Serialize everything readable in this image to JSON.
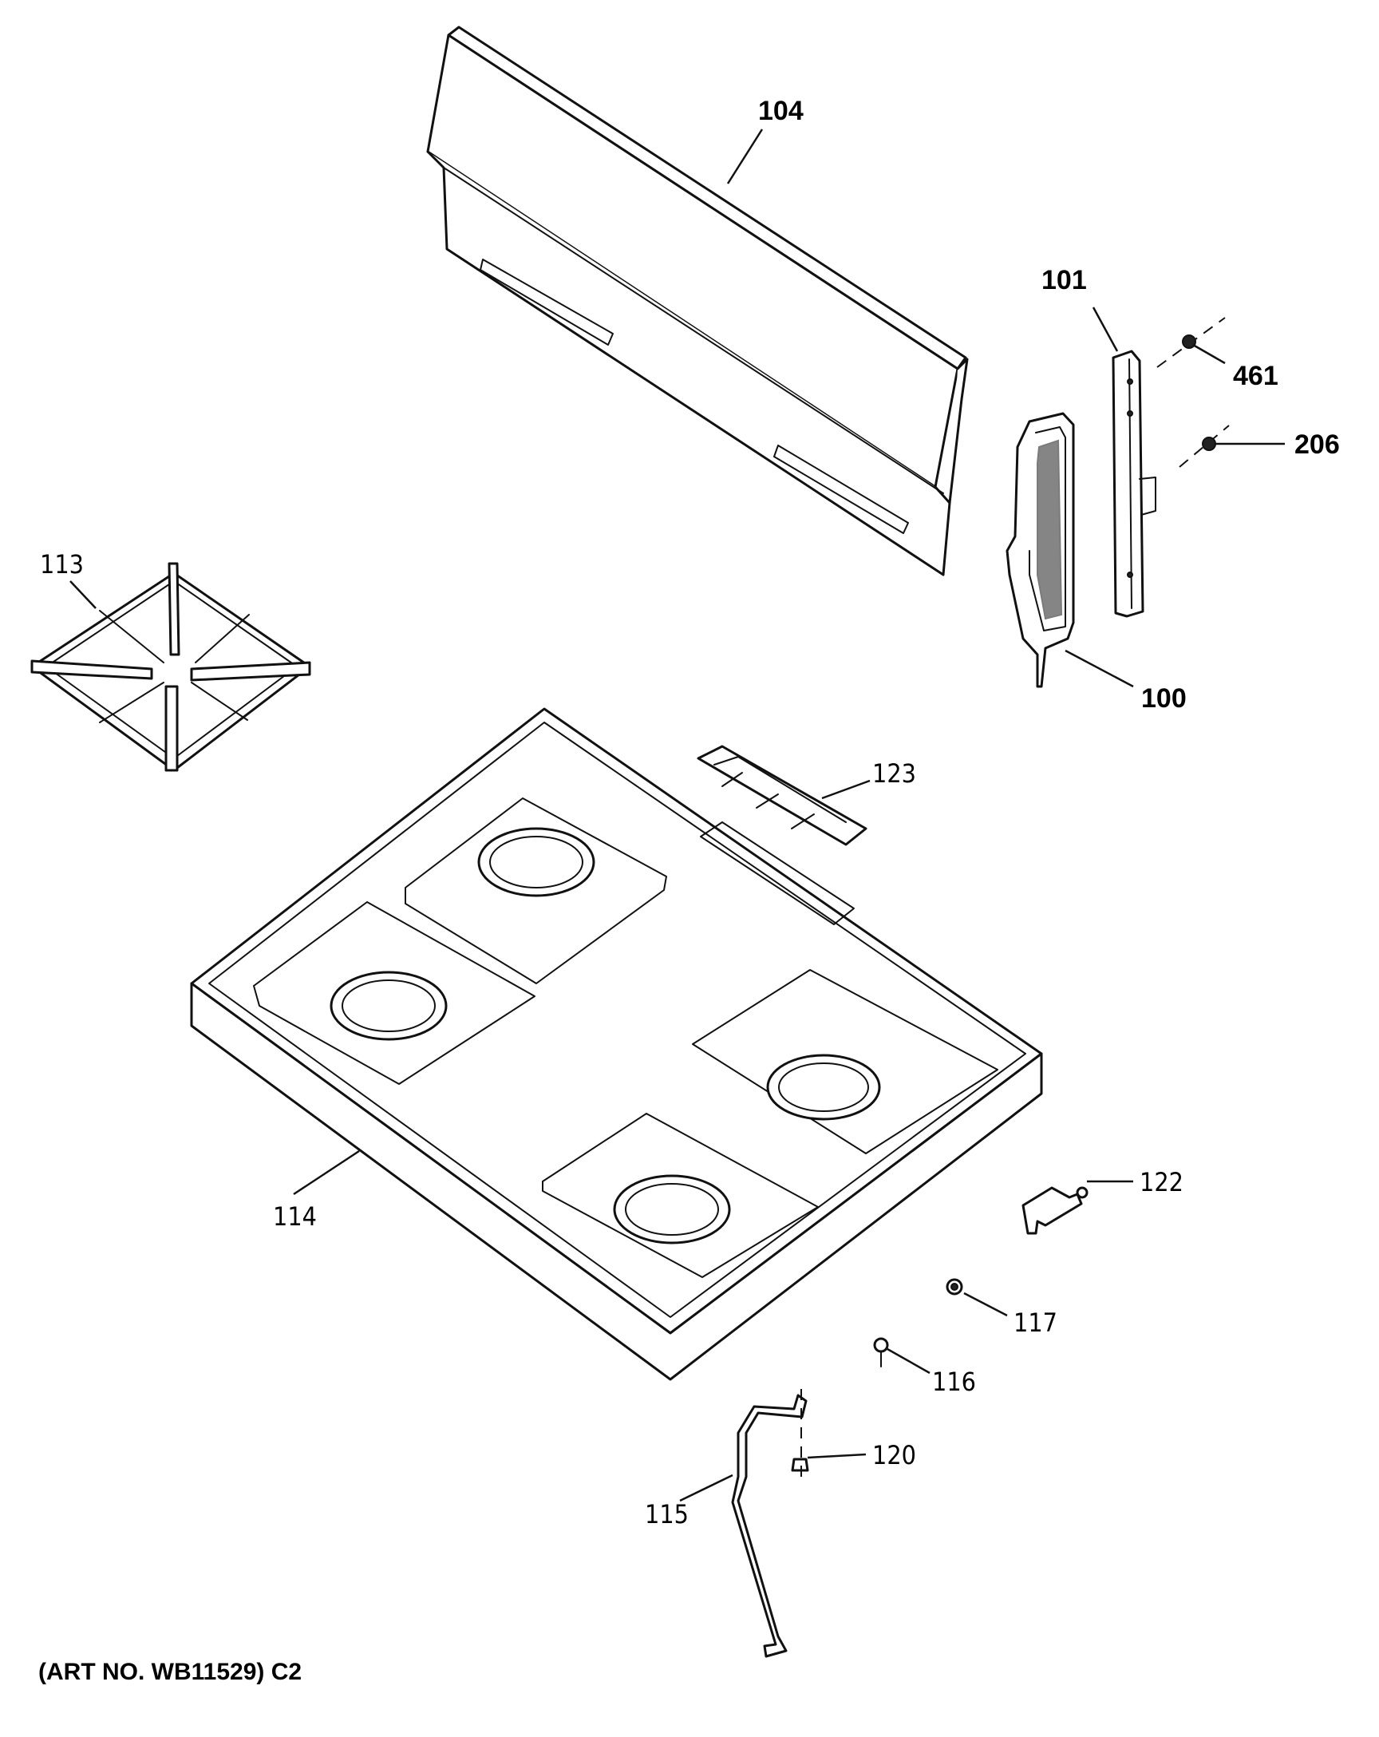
{
  "callouts": {
    "c104": "104",
    "c101": "101",
    "c461": "461",
    "c206": "206",
    "c113": "113",
    "c100": "100",
    "c123": "123",
    "c114": "114",
    "c122": "122",
    "c117": "117",
    "c116": "116",
    "c120": "120",
    "c115": "115"
  },
  "footer": {
    "art_no": "(ART NO. WB11529) C2"
  },
  "colors": {
    "line": "#111111",
    "background": "#ffffff"
  }
}
